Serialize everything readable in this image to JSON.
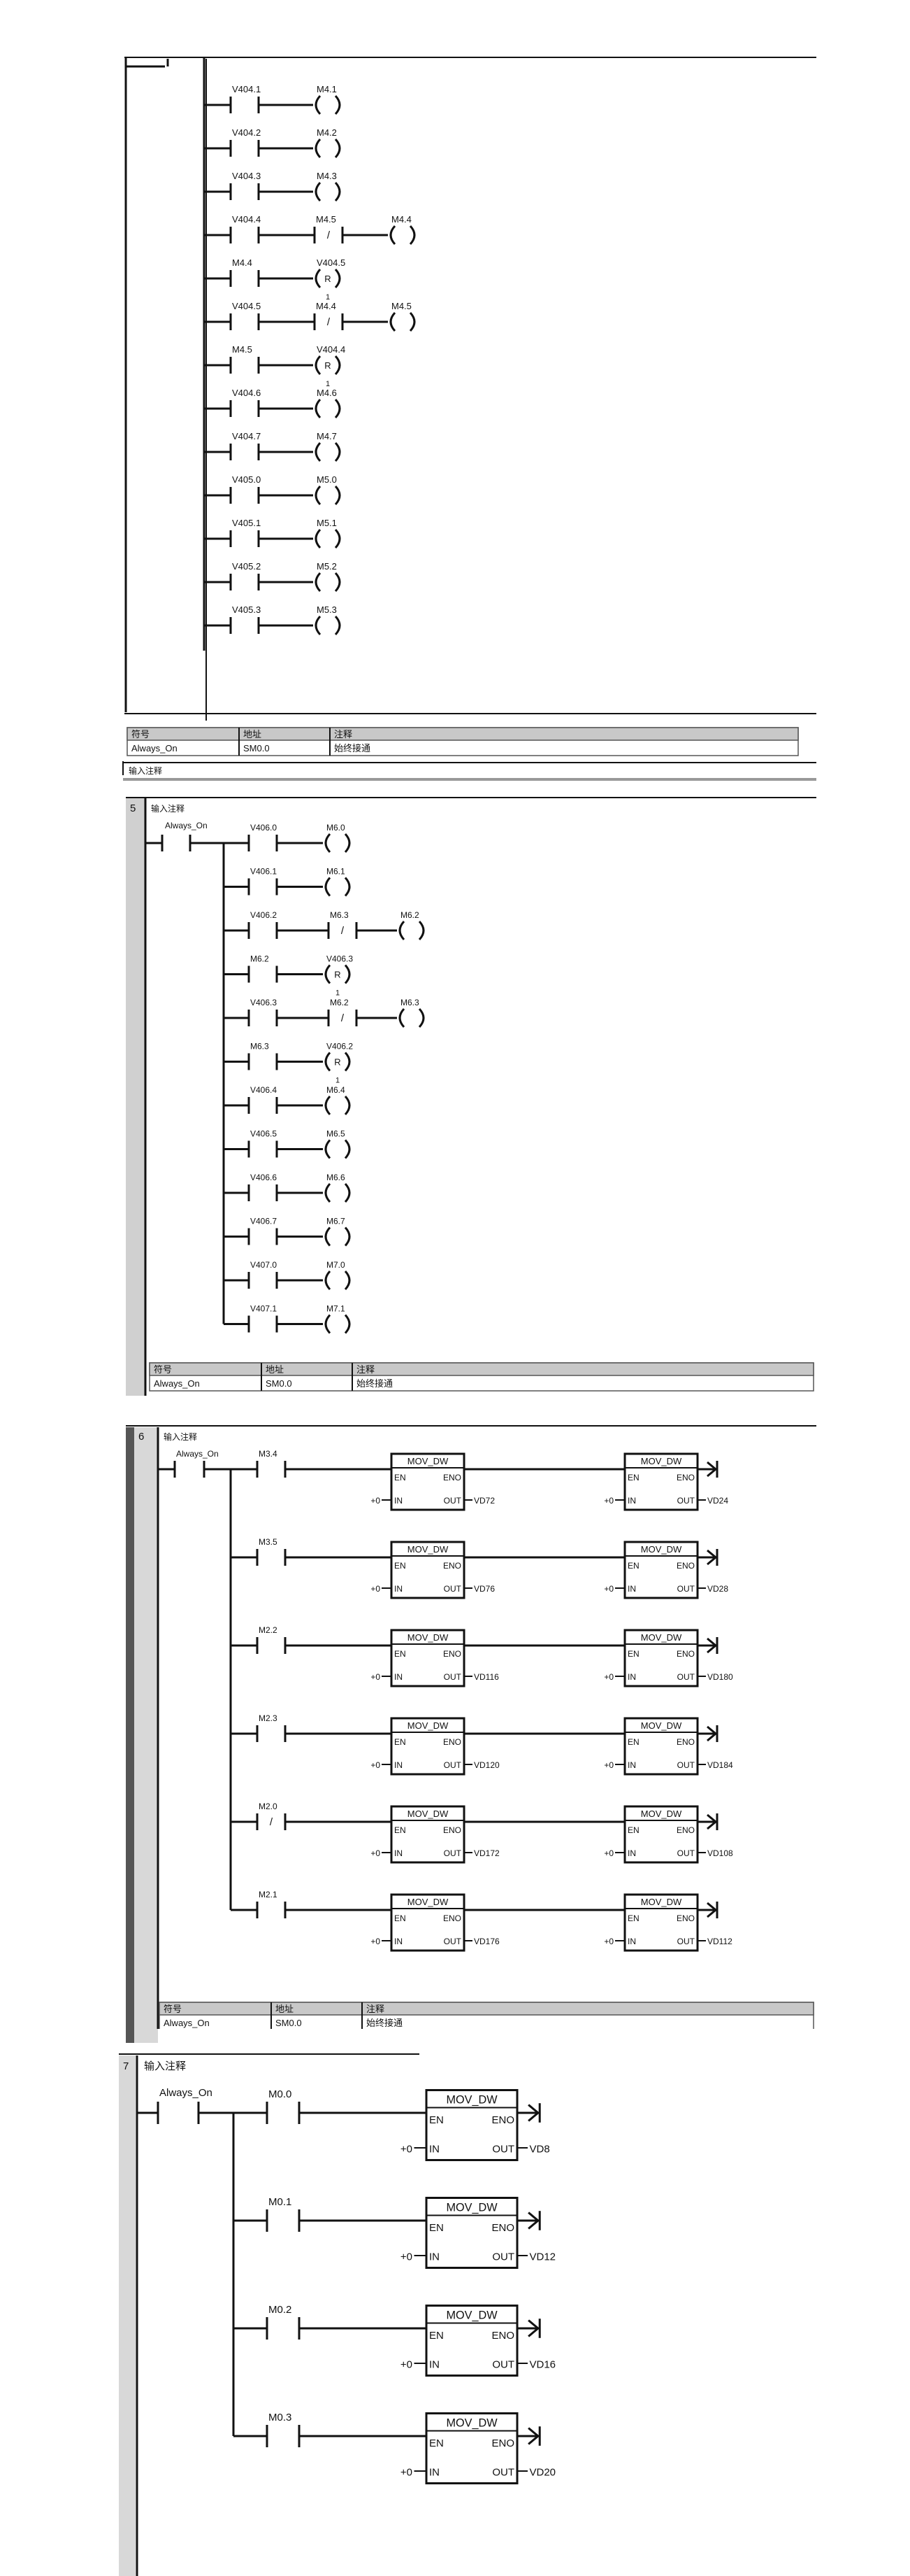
{
  "comment_placeholder": "输入注释",
  "table_headers": {
    "symbol": "符号",
    "address": "地址",
    "comment": "注释"
  },
  "table_row": {
    "symbol": "Always_On",
    "address": "SM0.0",
    "comment": "始终接通"
  },
  "always_on_label": "Always_On",
  "block_name": "MOV_DW",
  "block_pins": {
    "en": "EN",
    "eno": "ENO",
    "in": "IN",
    "out": "OUT"
  },
  "block_input": "+0",
  "reset_letter": "R",
  "reset_count": "1",
  "not_symbol": "/",
  "networks": [
    {
      "number": "",
      "rungs": [
        {
          "contact": "V404.1",
          "coil": "M4.1"
        },
        {
          "contact": "V404.2",
          "coil": "M4.2"
        },
        {
          "contact": "V404.3",
          "coil": "M4.3"
        },
        {
          "contact": "V404.4",
          "contact2": "M4.5",
          "coil": "M4.4"
        },
        {
          "contact": "M4.4",
          "reset": "V404.5"
        },
        {
          "contact": "V404.5",
          "contact2": "M4.4",
          "coil": "M4.5"
        },
        {
          "contact": "M4.5",
          "reset": "V404.4"
        },
        {
          "contact": "V404.6",
          "coil": "M4.6"
        },
        {
          "contact": "V404.7",
          "coil": "M4.7"
        },
        {
          "contact": "V405.0",
          "coil": "M5.0"
        },
        {
          "contact": "V405.1",
          "coil": "M5.1"
        },
        {
          "contact": "V405.2",
          "coil": "M5.2"
        },
        {
          "contact": "V405.3",
          "coil": "M5.3"
        }
      ]
    },
    {
      "number": "5",
      "rungs": [
        {
          "contact": "V406.0",
          "coil": "M6.0"
        },
        {
          "contact": "V406.1",
          "coil": "M6.1"
        },
        {
          "contact": "V406.2",
          "contact2": "M6.3",
          "coil": "M6.2"
        },
        {
          "contact": "M6.2",
          "reset": "V406.3"
        },
        {
          "contact": "V406.3",
          "contact2": "M6.2",
          "coil": "M6.3"
        },
        {
          "contact": "M6.3",
          "reset": "V406.2"
        },
        {
          "contact": "V406.4",
          "coil": "M6.4"
        },
        {
          "contact": "V406.5",
          "coil": "M6.5"
        },
        {
          "contact": "V406.6",
          "coil": "M6.6"
        },
        {
          "contact": "V406.7",
          "coil": "M6.7"
        },
        {
          "contact": "V407.0",
          "coil": "M7.0"
        },
        {
          "contact": "V407.1",
          "coil": "M7.1"
        }
      ]
    },
    {
      "number": "6",
      "rungs": [
        {
          "contact": "M3.4",
          "out1": "VD72",
          "out2": "VD24"
        },
        {
          "contact": "M3.5",
          "out1": "VD76",
          "out2": "VD28"
        },
        {
          "contact": "M2.2",
          "out1": "VD116",
          "out2": "VD180"
        },
        {
          "contact": "M2.3",
          "out1": "VD120",
          "out2": "VD184"
        },
        {
          "contact": "M2.0",
          "negated": true,
          "out1": "VD172",
          "out2": "VD108"
        },
        {
          "contact": "M2.1",
          "out1": "VD176",
          "out2": "VD112"
        }
      ]
    },
    {
      "number": "7",
      "rungs": [
        {
          "contact": "M0.0",
          "out1": "VD8"
        },
        {
          "contact": "M0.1",
          "out1": "VD12"
        },
        {
          "contact": "M0.2",
          "out1": "VD16"
        },
        {
          "contact": "M0.3",
          "out1": "VD20"
        }
      ]
    }
  ]
}
